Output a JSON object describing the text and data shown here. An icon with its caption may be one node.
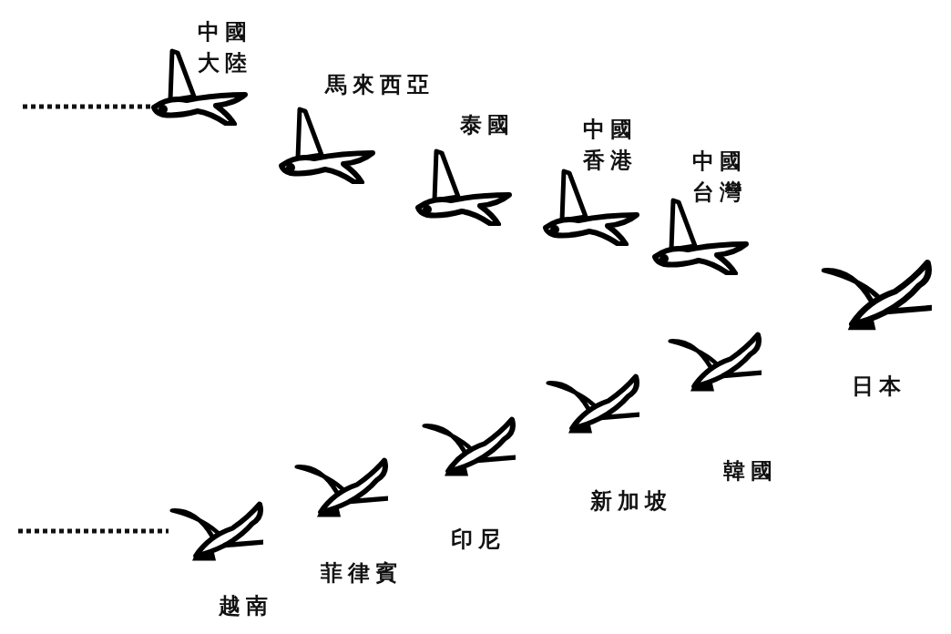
{
  "diagram": {
    "nodes": [
      {
        "text": [],
        "shape": "picture",
        "beside": [
          "中國大陸"
        ]
      },
      {
        "text": [],
        "shape": "picture",
        "beside": [
          "馬來西亞"
        ]
      },
      {
        "text": [],
        "shape": "picture",
        "beside": [
          "泰國"
        ]
      },
      {
        "text": [],
        "shape": "picture",
        "beside": [
          "中國香港"
        ]
      },
      {
        "text": [],
        "shape": "picture",
        "beside": [
          "中國台灣"
        ]
      },
      {
        "text": [],
        "shape": "picture",
        "beside": [
          "日本"
        ]
      },
      {
        "text": [],
        "shape": "picture",
        "beside": [
          "越南"
        ]
      },
      {
        "text": [],
        "shape": "picture",
        "beside": [
          "菲律賓"
        ]
      },
      {
        "text": [],
        "shape": "picture",
        "beside": [
          "印尼"
        ]
      },
      {
        "text": [],
        "shape": "picture",
        "beside": [
          "新加坡"
        ]
      },
      {
        "text": [],
        "shape": "picture",
        "beside": [
          "韓國"
        ]
      }
    ],
    "edges": [
      {
        "from": null,
        "to": 0,
        "arrow": "none",
        "style": "dashed"
      },
      {
        "from": null,
        "to": 6,
        "arrow": "none",
        "style": "dashed"
      }
    ]
  }
}
